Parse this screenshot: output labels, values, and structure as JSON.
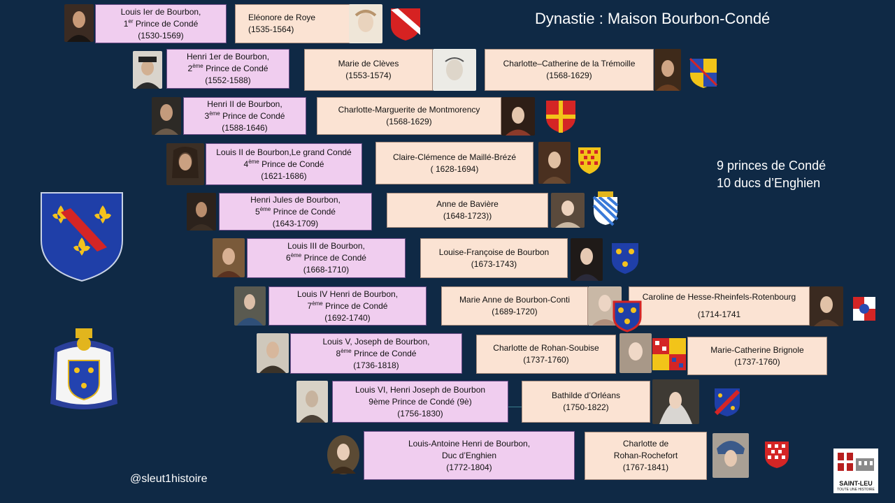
{
  "title": "Dynastie : Maison Bourbon-Condé",
  "info": [
    "9 princes de Condé",
    "10 ducs d’Enghien"
  ],
  "handle": "@sleut1histoire",
  "logo": {
    "line1": "SAINT-LEU",
    "line2": "TOUTE UNE HISTOIRE"
  },
  "colors": {
    "background": "#0f2945",
    "prince_box": "#f0cdef",
    "spouse_box": "#fbe3d3"
  },
  "princes": [
    {
      "name": "Louis Ier de Bourbon,",
      "ord": "1",
      "sup": "er",
      "title": " Prince de Condé",
      "dates": "(1530-1569)"
    },
    {
      "name": "Henri 1er de Bourbon,",
      "ord": "2",
      "sup": "ème",
      "title": " Prince de Condé",
      "dates": "(1552-1588)"
    },
    {
      "name": "Henri II de Bourbon,",
      "ord": "3",
      "sup": "ème",
      "title": " Prince de Condé",
      "dates": "(1588-1646)"
    },
    {
      "name": "Louis II de Bourbon,Le grand Condé",
      "ord": "4",
      "sup": "ème",
      "title": " Prince de Condé",
      "dates": "(1621-1686)"
    },
    {
      "name": "Henri Jules de Bourbon,",
      "ord": "5",
      "sup": "ème",
      "title": " Prince de Condé",
      "dates": "(1643-1709)"
    },
    {
      "name": "Louis III de Bourbon,",
      "ord": "6",
      "sup": "ème",
      "title": " Prince de Condé",
      "dates": "(1668-1710)"
    },
    {
      "name": "Louis IV  Henri de Bourbon,",
      "ord": "7",
      "sup": "ème",
      "title": " Prince de Condé",
      "dates": "(1692-1740)"
    },
    {
      "name": "Louis V, Joseph de Bourbon,",
      "ord": "8",
      "sup": "ème",
      "title": " Prince de Condé",
      "dates": "(1736-1818)"
    },
    {
      "name": "Louis VI, Henri Joseph de Bourbon",
      "plain": "9ème Prince de Condé  (9è)",
      "dates": "(1756-1830)"
    },
    {
      "name": "Louis-Antoine Henri de Bourbon,",
      "plain": "Duc d’Enghien",
      "dates": "(1772-1804)"
    }
  ],
  "spouses": [
    {
      "name": "Eléonore de Roye",
      "dates": "(1535-1564)"
    },
    {
      "name": "Marie de Clèves",
      "dates": "(1553-1574)"
    },
    {
      "name": "Charlotte–Catherine de la Trémoille",
      "dates": "(1568-1629)"
    },
    {
      "name": "Charlotte-Marguerite de Montmorency",
      "dates": "(1568-1629)"
    },
    {
      "name": "Claire-Clémence de Maillé-Brézé",
      "dates": "( 1628-1694)"
    },
    {
      "name": "Anne de Bavière",
      "dates": "(1648-1723))"
    },
    {
      "name": "Louise-Françoise de Bourbon",
      "dates": "(1673-1743)"
    },
    {
      "name": "Marie Anne de Bourbon-Conti",
      "dates": "(1689-1720)"
    },
    {
      "name": "Caroline de Hesse-Rheinfels-Rotenbourg",
      "dates": "(1714-1741"
    },
    {
      "name": "Charlotte de Rohan-Soubise",
      "dates": "(1737-1760)"
    },
    {
      "name": "Marie-Catherine Brignole",
      "dates": "(1737-1760)"
    },
    {
      "name": "Bathilde d’Orléans",
      "dates": "(1750-1822)"
    },
    {
      "name": "Charlotte de",
      "name2": "Rohan-Rochefort",
      "dates": "(1767-1841)"
    }
  ]
}
